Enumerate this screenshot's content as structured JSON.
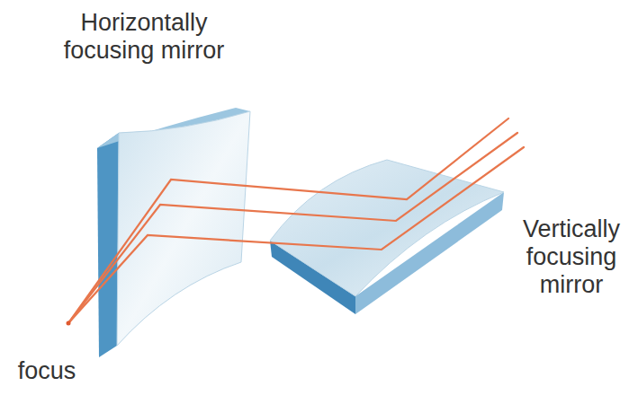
{
  "diagram": {
    "labels": [
      "Horizontally focusing mirror",
      "Vertically focusing mirror",
      "focus"
    ]
  }
}
